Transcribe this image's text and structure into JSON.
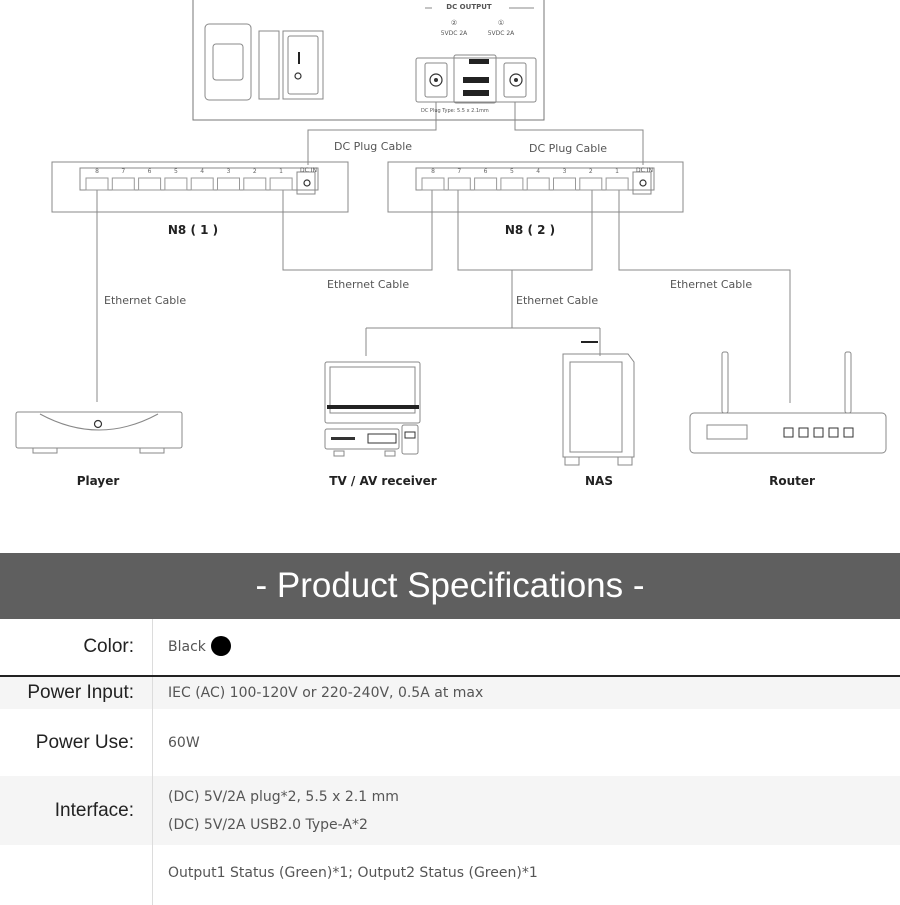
{
  "diagram": {
    "power_unit": {
      "dc_output_label": "DC OUTPUT",
      "port2_num": "②",
      "port2_spec": "5VDC 2A",
      "port1_num": "①",
      "port1_spec": "5VDC 2A",
      "plug_type_note": "DC Plug Type: 5.5 x 2.1mm"
    },
    "cable_labels": {
      "dc_plug_left": "DC Plug Cable",
      "dc_plug_right": "DC Plug Cable",
      "eth_player": "Ethernet Cable",
      "eth_center_left": "Ethernet Cable",
      "eth_center_mid": "Ethernet Cable",
      "eth_router": "Ethernet Cable"
    },
    "switch_port_numbers": [
      "8",
      "7",
      "6",
      "5",
      "4",
      "3",
      "2",
      "1"
    ],
    "dc_in_label": "DC IN",
    "switch1_label": "N8 ( 1 )",
    "switch2_label": "N8 ( 2 )",
    "devices": {
      "player": "Player",
      "tv": "TV / AV receiver",
      "nas": "NAS",
      "router": "Router"
    }
  },
  "specs": {
    "title": "- Product Specifications -",
    "rows": [
      {
        "label": "Color:",
        "values": [
          "Black"
        ]
      },
      {
        "label": "Power Input:",
        "values": [
          "IEC (AC) 100-120V or 220-240V, 0.5A at max"
        ]
      },
      {
        "label": "Power Use:",
        "values": [
          "60W"
        ]
      },
      {
        "label": "Interface:",
        "values": [
          "(DC) 5V/2A plug*2, 5.5 x 2.1 mm",
          "(DC) 5V/2A USB2.0 Type-A*2"
        ]
      },
      {
        "label": "",
        "values": [
          "Output1 Status (Green)*1; Output2 Status (Green)*1"
        ]
      }
    ]
  }
}
